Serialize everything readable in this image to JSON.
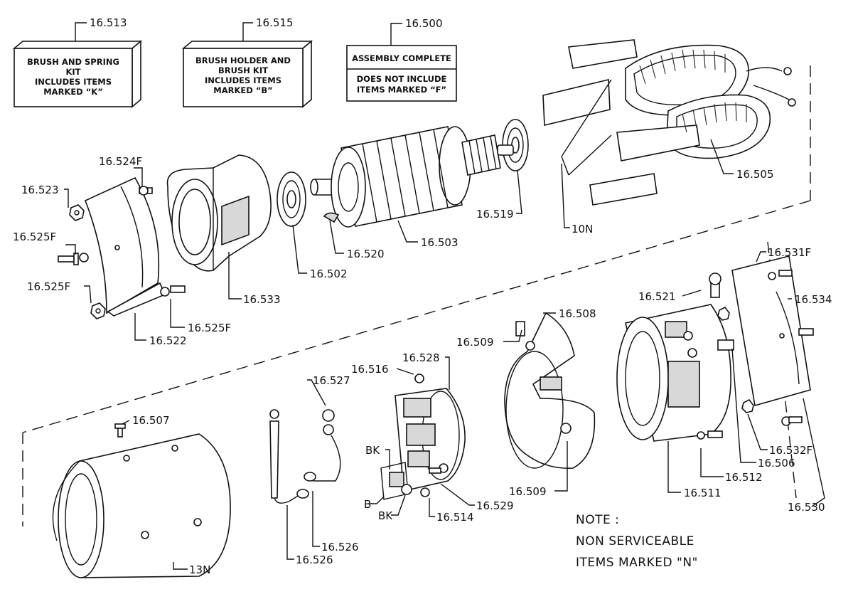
{
  "kits": {
    "brush_spring": {
      "number": "16.513",
      "lines": [
        "BRUSH AND SPRING",
        "KIT",
        "INCLUDES ITEMS",
        "MARKED “K”"
      ]
    },
    "brush_holder": {
      "number": "16.515",
      "lines": [
        "BRUSH HOLDER AND",
        "BRUSH KIT",
        "INCLUDES ITEMS",
        "MARKED “B”"
      ]
    },
    "assembly": {
      "number": "16.500",
      "title": "ASSEMBLY COMPLETE",
      "lines": [
        "DOES NOT INCLUDE",
        "ITEMS MARKED “F”"
      ]
    }
  },
  "labels": {
    "p16_524F": "16.524F",
    "p16_523": "16.523",
    "p16_525F_a": "16.525F",
    "p16_525F_b": "16.525F",
    "p16_525F_c": "16.525F",
    "p16_522": "16.522",
    "p16_533": "16.533",
    "p16_502": "16.502",
    "p16_520": "16.520",
    "p16_503": "16.503",
    "p16_519": "16.519",
    "p10N": "10N",
    "p16_505": "16.505",
    "p16_531F": "16.531F",
    "p16_521": "16.521",
    "p16_534": "16.534",
    "p16_508": "16.508",
    "p16_509_a": "16.509",
    "p16_509_b": "16.509",
    "p16_528": "16.528",
    "p16_516": "16.516",
    "p16_527": "16.527",
    "p16_507": "16.507",
    "pBK_a": "BK",
    "pB": "B",
    "pBK_b": "BK",
    "p16_514": "16.514",
    "p16_529": "16.529",
    "p16_526_a": "16.526",
    "p16_526_b": "16.526",
    "p13N": "13N",
    "p16_511": "16.511",
    "p16_512": "16.512",
    "p16_506": "16.506",
    "p16_532F": "16.532F",
    "p16_530": "16.530"
  },
  "note": {
    "lines": [
      "NOTE :",
      "NON SERVICEABLE",
      "ITEMS MARKED \"N\""
    ]
  }
}
